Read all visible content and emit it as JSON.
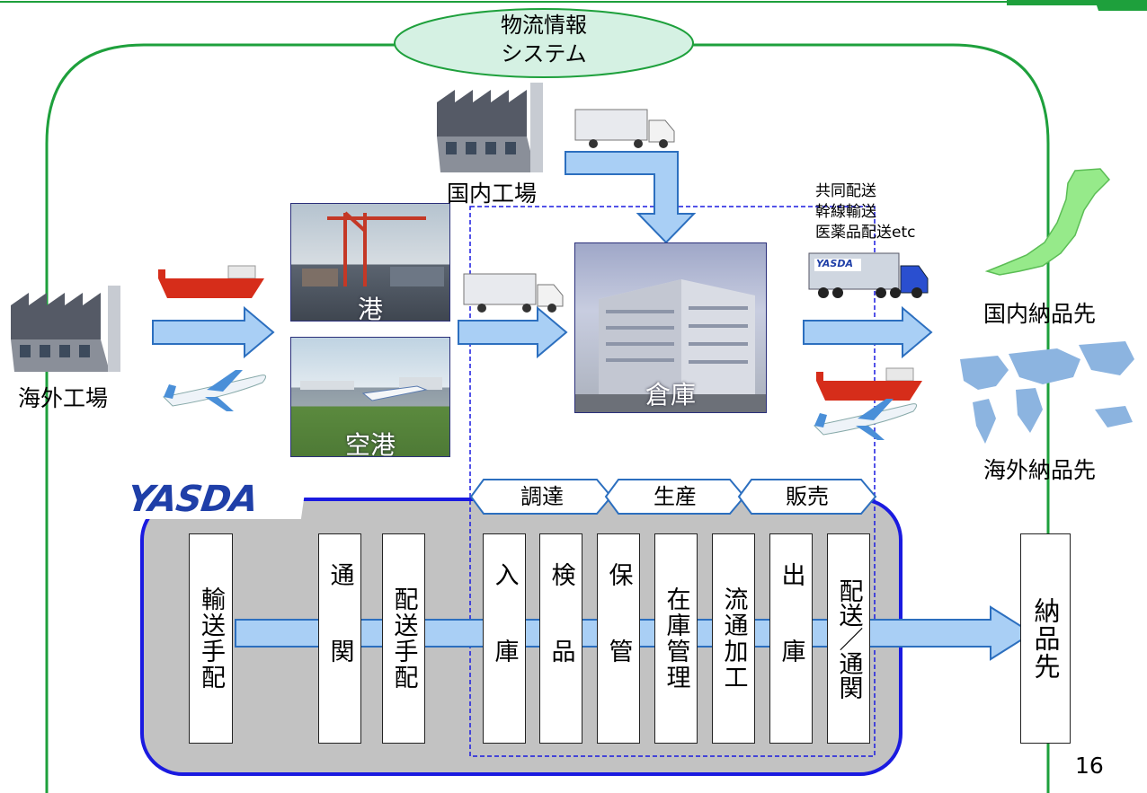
{
  "system": {
    "line1": "物流情報",
    "line2": "システム"
  },
  "factories": {
    "domestic": "国内工場",
    "overseas": "海外工場"
  },
  "hubs": {
    "port": "港",
    "airport": "空港",
    "warehouse": "倉庫"
  },
  "destinations": {
    "domestic": "国内納品先",
    "overseas": "海外納品先"
  },
  "delivery_notes": [
    "共同配送",
    "幹線輸送",
    "医薬品配送etc"
  ],
  "brand": {
    "name": "YASDA",
    "truck_logo": "YASDA"
  },
  "phases": [
    "調達",
    "生産",
    "販売"
  ],
  "steps": [
    "輸送手配",
    "通関",
    "配送手配",
    "入庫",
    "検品",
    "保管",
    "在庫管理",
    "流通加工",
    "出庫",
    "配送／通関"
  ],
  "final_destination": "納品先",
  "page_number": "16",
  "colors": {
    "green": "#1ea03c",
    "arrow_fill": "#a9cff5",
    "arrow_stroke": "#2c6fbf",
    "panel": "#c2c2c2",
    "panel_border": "#1a1ae0",
    "brand": "#1f3fa8"
  }
}
